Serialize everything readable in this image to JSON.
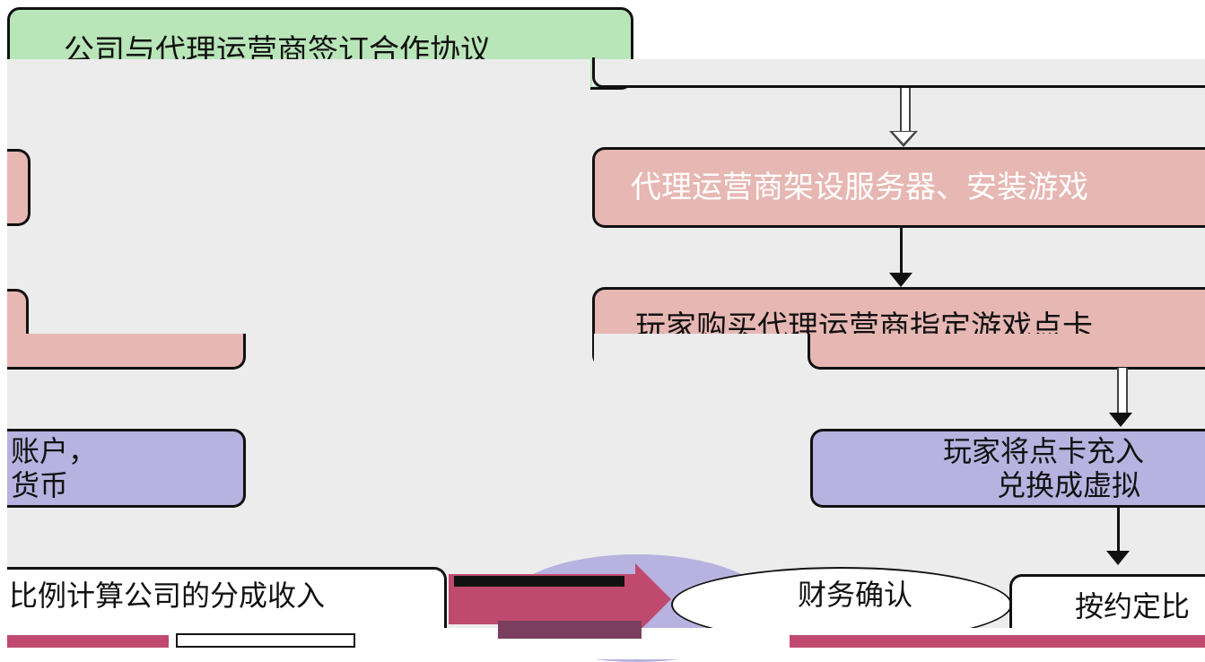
{
  "diagram": {
    "steps": {
      "agreement": "公司与代理运营商签订合作协议",
      "setup_server": "代理运营商架设服务器、安装游戏",
      "buy_card": "玩家购买代理运营商指定游戏点卡",
      "recharge_line1": "玩家将点卡充入",
      "recharge_line2": "兑换成虚拟",
      "left_account_line1": "账户，",
      "left_account_line2": "货币",
      "share_calc": "比例计算公司的分成收入",
      "finance_confirm": "财务确认",
      "contract_fixed": "按约定比"
    },
    "colors": {
      "green": "#b9e6b9",
      "pink": "#e7b7b3",
      "purple": "#b7b2df",
      "magenta": "#c04a6f",
      "background": "#ececec"
    }
  }
}
